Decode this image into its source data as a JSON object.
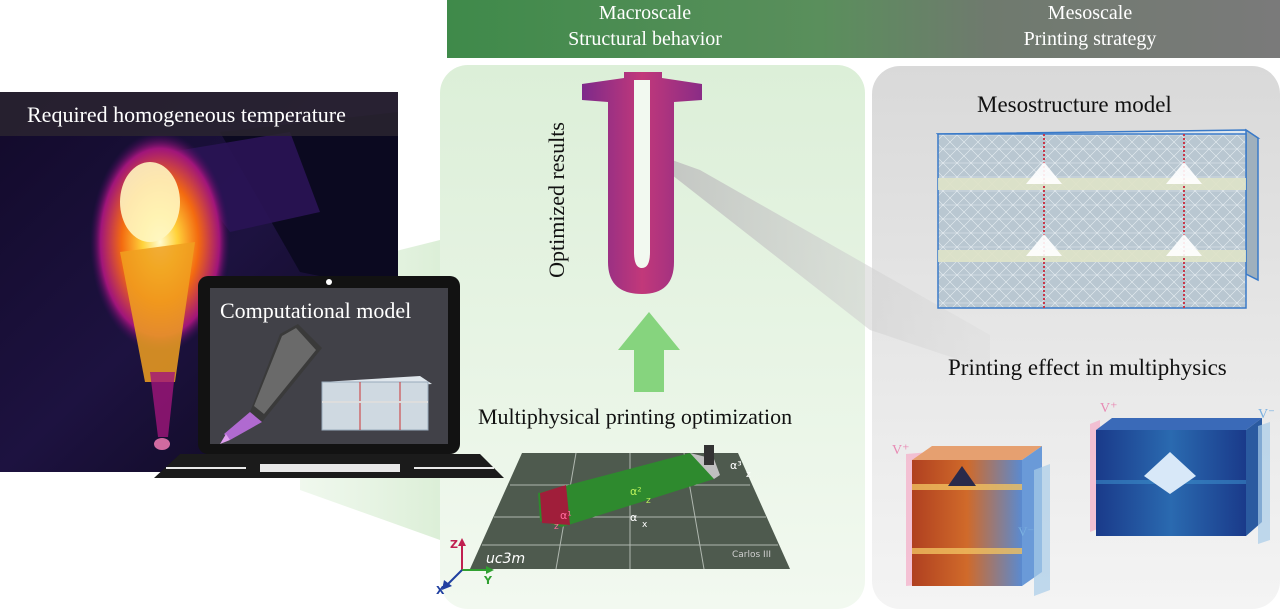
{
  "header": {
    "macro_line1": "Macroscale",
    "macro_line2": "Structural behavior",
    "meso_line1": "Mesoscale",
    "meso_line2": "Printing strategy"
  },
  "thermal": {
    "title": "Required homogeneous temperature"
  },
  "laptop": {
    "title": "Computational model"
  },
  "macro": {
    "optimized_label": "Optimized results",
    "optimization_title": "Multiphysical printing optimization",
    "bed_logo": "uc3m",
    "bed_text": "Carlos III",
    "angle_labels": [
      "α³",
      "z",
      "α²",
      "z",
      "α¹",
      "z",
      "α",
      "x"
    ],
    "axes": {
      "z": "Z",
      "y": "Y",
      "x": "X"
    }
  },
  "meso": {
    "model_title": "Mesostructure model",
    "effect_title": "Printing effect in multiphysics",
    "voltage_labels": {
      "v_plus_left": "V⁺",
      "v_minus_left": "V⁻",
      "v_plus_right": "V⁺",
      "v_minus_right": "V⁻"
    }
  },
  "colors": {
    "macro_header": "#4a8a50",
    "meso_header": "#6a6a6a",
    "macro_panel": "#e6f3e3",
    "meso_panel": "#e4e4e4",
    "u_shape": "#b0357a"
  }
}
